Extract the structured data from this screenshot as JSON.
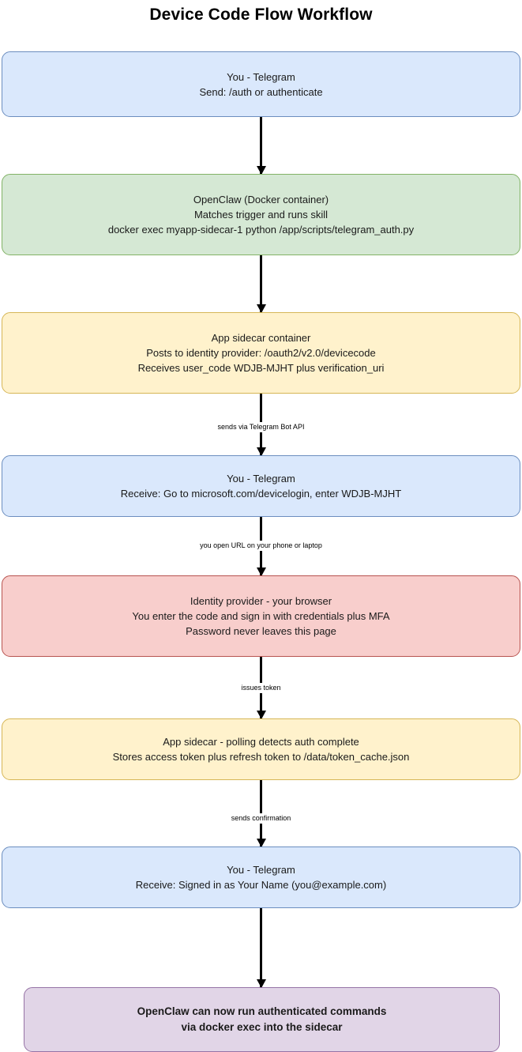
{
  "title": "Device Code Flow Workflow",
  "diagram": {
    "type": "flowchart",
    "direction": "top-down",
    "colors": {
      "blue_fill": "#dae8fc",
      "blue_stroke": "#6c8ebf",
      "green_fill": "#d5e8d4",
      "green_stroke": "#82b366",
      "yellow_fill": "#fff2cc",
      "yellow_stroke": "#d6b656",
      "red_fill": "#f8cecc",
      "red_stroke": "#b85450",
      "purple_fill": "#e1d5e7",
      "purple_stroke": "#9673a6",
      "edge_stroke": "#000000",
      "background": "#ffffff"
    },
    "nodes": [
      {
        "id": "n1",
        "color": "blue",
        "lines": [
          "You - Telegram",
          "Send: /auth or authenticate"
        ]
      },
      {
        "id": "n2",
        "color": "green",
        "lines": [
          "OpenClaw (Docker container)",
          "Matches trigger and runs skill",
          "docker exec myapp-sidecar-1 python /app/scripts/telegram_auth.py"
        ]
      },
      {
        "id": "n3",
        "color": "yellow",
        "lines": [
          "App sidecar container",
          "Posts to identity provider: /oauth2/v2.0/devicecode",
          "Receives user_code WDJB-MJHT plus verification_uri"
        ]
      },
      {
        "id": "n4",
        "color": "blue",
        "lines": [
          "You - Telegram",
          "Receive: Go to microsoft.com/devicelogin, enter WDJB-MJHT"
        ]
      },
      {
        "id": "n5",
        "color": "red",
        "lines": [
          "Identity provider - your browser",
          "You enter the code and sign in with credentials plus MFA",
          "Password never leaves this page"
        ]
      },
      {
        "id": "n6",
        "color": "yellow",
        "lines": [
          "App sidecar - polling detects auth complete",
          "Stores access token plus refresh token to /data/token_cache.json"
        ]
      },
      {
        "id": "n7",
        "color": "blue",
        "lines": [
          "You - Telegram",
          "Receive: Signed in as Your Name (you@example.com)"
        ]
      },
      {
        "id": "n8",
        "color": "purple",
        "bold": true,
        "lines": [
          "OpenClaw can now run authenticated commands",
          "via docker exec into the sidecar"
        ]
      }
    ],
    "edges": [
      {
        "id": "e1",
        "from": "n1",
        "to": "n2",
        "label": ""
      },
      {
        "id": "e2",
        "from": "n2",
        "to": "n3",
        "label": ""
      },
      {
        "id": "e3",
        "from": "n3",
        "to": "n4",
        "label": "sends via Telegram Bot API"
      },
      {
        "id": "e4",
        "from": "n4",
        "to": "n5",
        "label": "you open URL on your phone or laptop"
      },
      {
        "id": "e5",
        "from": "n5",
        "to": "n6",
        "label": "issues token"
      },
      {
        "id": "e6",
        "from": "n6",
        "to": "n7",
        "label": "sends confirmation"
      },
      {
        "id": "e7",
        "from": "n7",
        "to": "n8",
        "label": ""
      }
    ]
  }
}
